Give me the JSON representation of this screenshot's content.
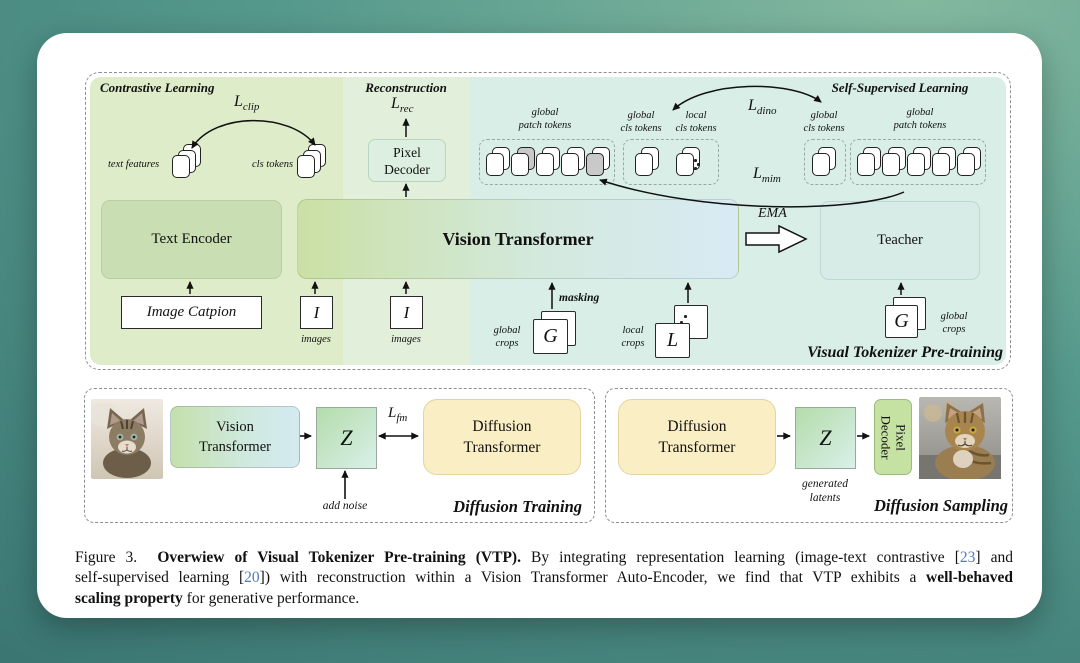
{
  "colors": {
    "background_dark": "#3b7673",
    "background_light": "#83b89f",
    "card": "#ffffff",
    "contrastive_bg": "#dfecc9",
    "reconstruction_bg": "#e2f0db",
    "ssl_bg": "#d8eee6",
    "text_encoder_bg": "#c9deb2",
    "vit_gradient_left": "#cbe0a5",
    "vit_gradient_right": "#d8ebf4",
    "teacher_bg": "#d7ebe7",
    "pixel_decoder_bg": "#ddefe0",
    "diffusion_box_bg": "#faeec5",
    "z_gradient_start": "#b4dcab",
    "z_gradient_end": "#d9f0e9",
    "pixel_decoder_small_bg": "#c6e2a3",
    "masked_token": "#c9c9c9",
    "citation_link": "#4a7ebd"
  },
  "vtp": {
    "vision_transformer": "Vision Transformer",
    "panel_title": "Visual Tokenizer Pre-training",
    "contrastive": {
      "title": "Contrastive Learning",
      "loss_base": "L",
      "loss_sub": "clip",
      "text_features_label": "text features",
      "cls_tokens_label": "cls tokens",
      "text_encoder": "Text Encoder",
      "image_caption": "Image Catpion",
      "image_symbol": "I",
      "images_label": "images"
    },
    "reconstruction": {
      "title": "Reconstruction",
      "loss_base": "L",
      "loss_sub": "rec",
      "pixel_decoder_l1": "Pixel",
      "pixel_decoder_l2": "Decoder",
      "image_symbol": "I",
      "images_label": "images"
    },
    "ssl": {
      "title": "Self-Supervised Learning",
      "dino_base": "L",
      "dino_sub": "dino",
      "mim_base": "L",
      "mim_sub": "mim",
      "student_patch_l1": "global",
      "student_patch_l2": "patch tokens",
      "student_gcls_l1": "global",
      "student_gcls_l2": "cls tokens",
      "student_lcls_l1": "local",
      "student_lcls_l2": "cls tokens",
      "teacher_gcls_l1": "global",
      "teacher_gcls_l2": "cls tokens",
      "teacher_patch_l1": "global",
      "teacher_patch_l2": "patch tokens",
      "masking_label": "masking",
      "global_crops_l1": "global",
      "global_crops_l2": "crops",
      "local_crops_l1": "local",
      "local_crops_l2": "crops",
      "teacher_crops_l1": "global",
      "teacher_crops_l2": "crops",
      "g_symbol": "G",
      "l_symbol": "L",
      "ema": "EMA",
      "teacher": "Teacher"
    }
  },
  "training": {
    "vit_l1": "Vision",
    "vit_l2": "Transformer",
    "z_symbol": "Z",
    "loss_base": "L",
    "loss_sub": "fm",
    "add_noise": "add noise",
    "dt_l1": "Diffusion",
    "dt_l2": "Transformer",
    "title": "Diffusion Training"
  },
  "sampling": {
    "dt_l1": "Diffusion",
    "dt_l2": "Transformer",
    "z_symbol": "Z",
    "generated_l1": "generated",
    "generated_l2": "latents",
    "pixel_decoder_l1": "Pixel",
    "pixel_decoder_l2": "Decoder",
    "title": "Diffusion Sampling"
  },
  "caption": {
    "justify_lines": 2,
    "lines": [
      [
        {
          "t": "Figure 3.  ",
          "s": "n"
        },
        {
          "t": "Overwiew of Visual Tokenizer Pre-training (VTP).",
          "s": "b"
        },
        {
          "t": " By integrating representation learning (image-text contrastive [",
          "s": "n"
        },
        {
          "t": "23",
          "s": "l"
        },
        {
          "t": "] and",
          "s": "n"
        }
      ],
      [
        {
          "t": "self-supervised learning [",
          "s": "n"
        },
        {
          "t": "20",
          "s": "l"
        },
        {
          "t": "]) with reconstruction within a Vision Transformer Auto-Encoder, we find that VTP exhibits a ",
          "s": "n"
        },
        {
          "t": "well-behaved",
          "s": "b"
        }
      ],
      [
        {
          "t": "scaling property",
          "s": "b"
        },
        {
          "t": " for generative performance.",
          "s": "n"
        }
      ]
    ]
  }
}
